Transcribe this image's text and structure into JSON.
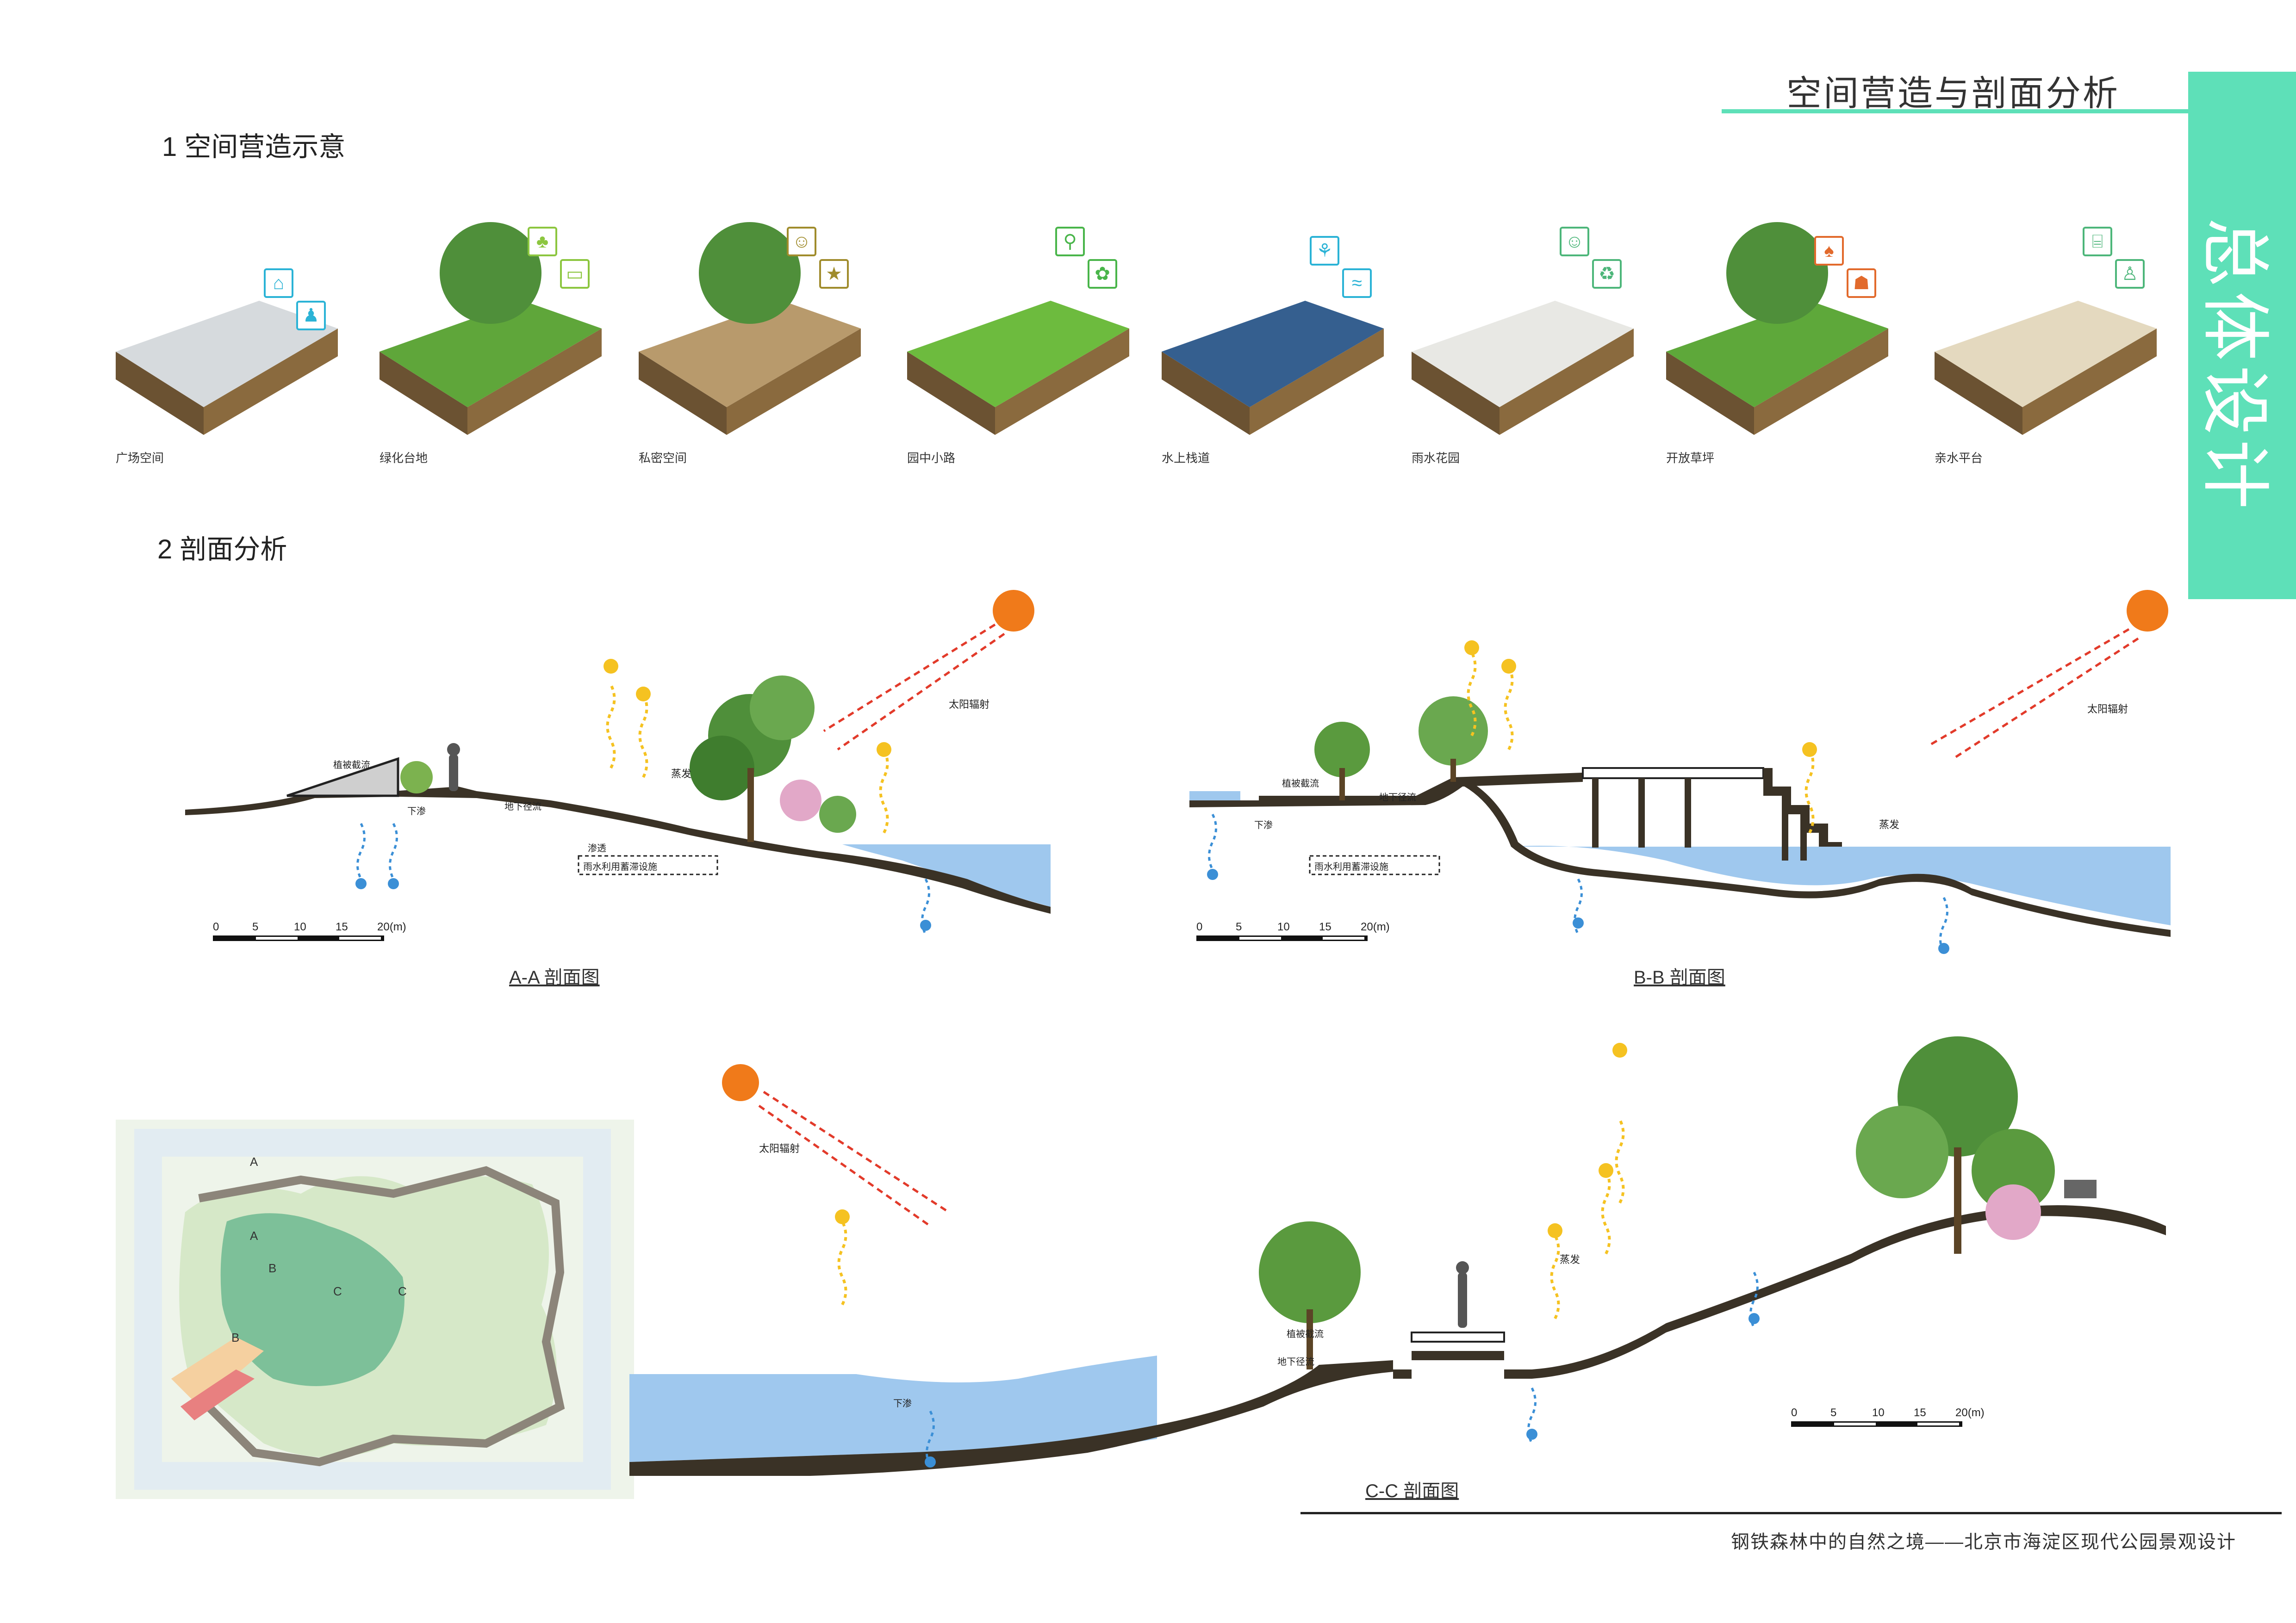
{
  "header": {
    "title": "空间营造与剖面分析",
    "side_tab": "总体设计"
  },
  "section1": {
    "heading": "1  空间营造示意"
  },
  "section2": {
    "heading": "2  剖面分析"
  },
  "modules": [
    {
      "label": "广场空间",
      "icons": [
        "bench-icon",
        "seating-icon"
      ],
      "accent": "#2bb3d6"
    },
    {
      "label": "绿化台地",
      "icons": [
        "planter-icon",
        "trash-bin-icon"
      ],
      "accent": "#8cc63f"
    },
    {
      "label": "私密空间",
      "icons": [
        "people-talk-icon",
        "sports-icon"
      ],
      "accent": "#a08c2c"
    },
    {
      "label": "园中小路",
      "icons": [
        "bicycle-icon",
        "flower-icon"
      ],
      "accent": "#49b54a"
    },
    {
      "label": "水上栈道",
      "icons": [
        "stroller-icon",
        "wave-icon"
      ],
      "accent": "#2bb3d6"
    },
    {
      "label": "雨水花园",
      "icons": [
        "family-icon",
        "recycle-icon"
      ],
      "accent": "#4db67a"
    },
    {
      "label": "开放草坪",
      "icons": [
        "picnic-icon",
        "dog-walk-icon"
      ],
      "accent": "#e26a2c"
    },
    {
      "label": "亲水平台",
      "icons": [
        "stairs-icon",
        "person-seated-icon"
      ],
      "accent": "#4db67a"
    }
  ],
  "sections": {
    "aa": {
      "caption": "A-A 剖面图",
      "labels": {
        "sun": "太阳辐射",
        "evap": "蒸发",
        "runoff": "下渗",
        "groundwater": "地下径流",
        "slope_retain": "植被截流",
        "infiltration": "渗透",
        "storage": "雨水利用蓄滞设施"
      }
    },
    "bb": {
      "caption": "B-B 剖面图",
      "labels": {
        "sun": "太阳辐射",
        "evap": "蒸发",
        "runoff": "下渗",
        "groundwater": "地下径流",
        "slope_retain": "植被截流",
        "storage": "雨水利用蓄滞设施"
      }
    },
    "cc": {
      "caption": "C-C 剖面图",
      "labels": {
        "sun": "太阳辐射",
        "evap": "蒸发",
        "runoff": "下渗",
        "groundwater": "地下径流",
        "slope_retain": "植被截流"
      }
    }
  },
  "scale_bar": {
    "ticks": [
      "0",
      "5",
      "10",
      "15",
      "20(m)"
    ]
  },
  "plan": {
    "markers": [
      "A",
      "A",
      "B",
      "B",
      "C",
      "C"
    ]
  },
  "colors": {
    "accent": "#5ee0b8",
    "water": "#9fc8ee",
    "ground": "#3a3226",
    "sun": "#f07a1a",
    "evap": "#f5c221",
    "rain": "#3b8fd6"
  },
  "footer": {
    "text": "钢铁森林中的自然之境——北京市海淀区现代公园景观设计"
  }
}
